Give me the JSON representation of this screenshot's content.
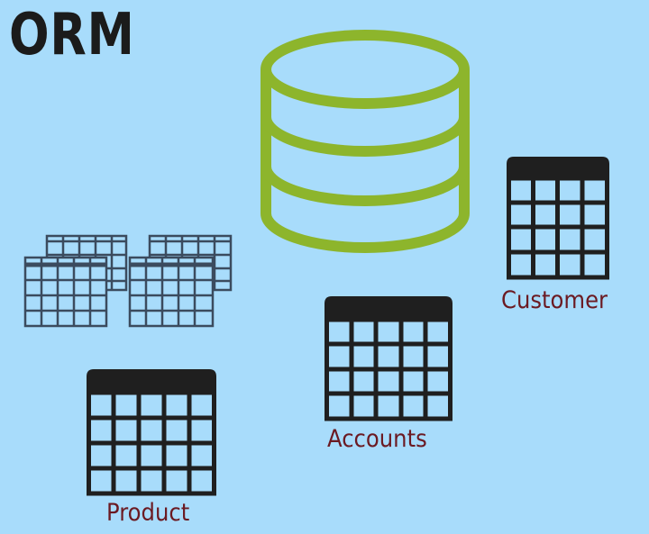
{
  "title": "ORM",
  "colors": {
    "background": "#a8dcfb",
    "database": "#8db52c",
    "table": "#1f1f1f",
    "small_tables": "#3b4b5e",
    "label": "#6b1a22"
  },
  "icons": {
    "database": "database-icon",
    "table": "table-icon",
    "table_group": "table-group-icon"
  },
  "tables": {
    "customer": "Customer",
    "accounts": "Accounts",
    "product": "Product"
  }
}
